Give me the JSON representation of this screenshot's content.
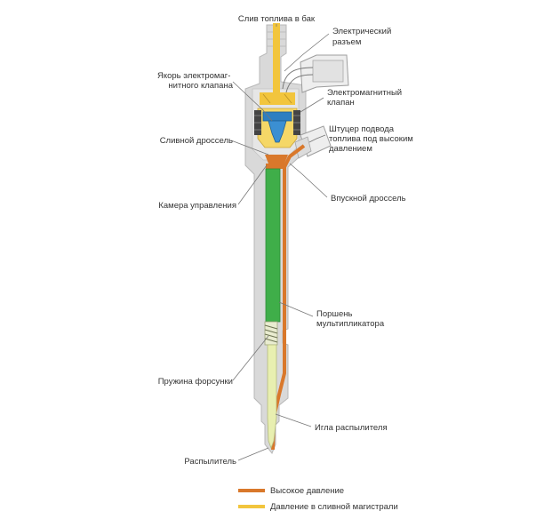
{
  "labels": {
    "drain_to_tank": "Слив топлива в бак",
    "electric_connector": [
      "Электрический",
      "разъем"
    ],
    "solenoid_armature": [
      "Якорь электромаг-",
      "нитного клапана"
    ],
    "solenoid_valve": [
      "Электромагнитный",
      "клапан"
    ],
    "hp_inlet_fitting": [
      "Штуцер подвода",
      "топлива под высоким",
      "давлением"
    ],
    "drain_throttle": "Сливной дроссель",
    "control_chamber": "Камера управления",
    "inlet_throttle": "Впускной дроссель",
    "multiplier_piston": [
      "Поршень",
      "мультипликатора"
    ],
    "injector_spring": "Пружина форсунки",
    "nozzle_needle": "Игла распылителя",
    "nozzle": "Распылитель"
  },
  "legend": [
    {
      "label": "Высокое давление",
      "color": "#d9782b"
    },
    {
      "label": "Давление в сливной магистрали",
      "color": "#f2c53d"
    }
  ],
  "colors": {
    "body": "#d9d9d9",
    "body_stroke": "#b8b8b8",
    "high_pressure": "#d9782b",
    "drain_pressure": "#f2c53d",
    "solenoid": "#2e7fc1",
    "piston": "#3fae49",
    "needle": "#e8efb0",
    "leader": "#777777"
  }
}
